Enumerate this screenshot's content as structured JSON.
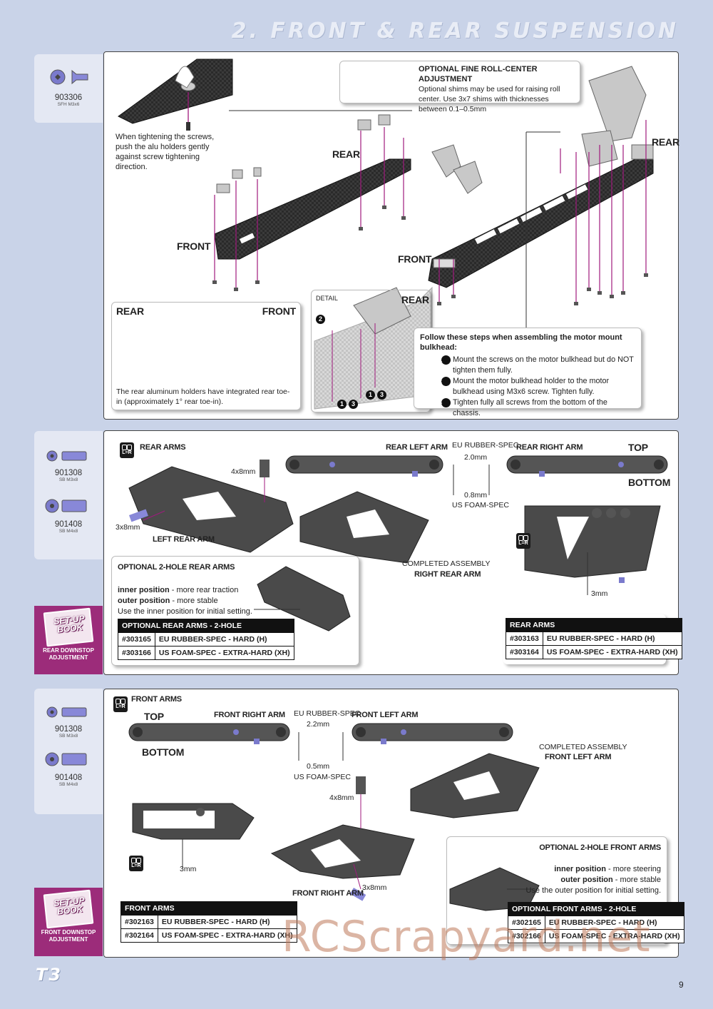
{
  "page_title": "2. FRONT & REAR SUSPENSION",
  "page_number": "9",
  "footer_logo": "T3",
  "watermark": "RCScrapyard.net",
  "section1": {
    "part": {
      "number": "903306",
      "spec": "SFH M3x6"
    },
    "tip_text": "When tightening the screws, push the alu holders gently against screw tightening direction.",
    "roll_center_title": "OPTIONAL FINE ROLL-CENTER ADJUSTMENT",
    "roll_center_text": "Optional shims may be used for raising roll center. Use 3x7 shims with thicknesses between 0.1–0.5mm",
    "rear_left": "REAR",
    "front_left": "FRONT",
    "rear_right": "REAR",
    "front_right": "FRONT",
    "toe_rear": "REAR",
    "toe_front": "FRONT",
    "toe_text": "The rear aluminum holders have integrated rear toe-in (approximately 1° rear toe-in).",
    "detail_label": "DETAIL",
    "detail_rear": "REAR",
    "motor_title": "Follow these steps when assembling the motor mount bulkhead:",
    "steps": [
      {
        "n": "1",
        "text": "Mount the screws on the motor bulkhead but do NOT tighten them fully."
      },
      {
        "n": "2",
        "text": "Mount the motor bulkhead holder to the motor bulkhead using M3x6 screw. Tighten fully."
      },
      {
        "n": "3",
        "text": "Tighten fully all screws from the bottom of the chassis."
      }
    ],
    "detail_marks": {
      "m2": "2",
      "m13a": "1",
      "m13b": "3",
      "m13c": "1",
      "m13d": "3"
    }
  },
  "section2": {
    "parts": [
      {
        "number": "901308",
        "spec": "SB M3x8"
      },
      {
        "number": "901408",
        "spec": "SB M4x8"
      }
    ],
    "setup_label": "SET-UP BOOK",
    "setup_caption": "REAR DOWNSTOP ADJUSTMENT",
    "lr_badge": "L=R",
    "rear_arms": "REAR ARMS",
    "rear_left_arm": "REAR LEFT ARM",
    "rear_right_arm": "REAR RIGHT ARM",
    "eu_spec": "EU RUBBER-SPEC",
    "eu_value": "2.0mm",
    "us_value": "0.8mm",
    "us_spec": "US FOAM-SPEC",
    "top": "TOP",
    "bottom": "BOTTOM",
    "screw_4x8": "4x8mm",
    "screw_3x8": "3x8mm",
    "left_rear_arm": "LEFT REAR ARM",
    "completed": "COMPLETED ASSEMBLY",
    "completed_name": "RIGHT REAR ARM",
    "downstop": "3mm",
    "optional_title": "OPTIONAL 2-HOLE REAR ARMS",
    "inner_label": "inner position",
    "inner_text": " - more rear traction",
    "outer_label": "outer position",
    "outer_text": " - more stable",
    "initial_text": "Use the inner position for initial setting.",
    "opt_table": {
      "header": "OPTIONAL REAR ARMS - 2-HOLE",
      "rows": [
        [
          "#303165",
          "EU RUBBER-SPEC - HARD (H)"
        ],
        [
          "#303166",
          "US FOAM-SPEC - EXTRA-HARD (XH)"
        ]
      ]
    },
    "std_table": {
      "header": "REAR ARMS",
      "rows": [
        [
          "#303163",
          "EU RUBBER-SPEC - HARD (H)"
        ],
        [
          "#303164",
          "US FOAM-SPEC - EXTRA-HARD (XH)"
        ]
      ]
    }
  },
  "section3": {
    "parts": [
      {
        "number": "901308",
        "spec": "SB M3x8"
      },
      {
        "number": "901408",
        "spec": "SB M4x8"
      }
    ],
    "setup_label": "SET-UP BOOK",
    "setup_caption": "FRONT DOWNSTOP ADJUSTMENT",
    "lr_badge": "L=R",
    "front_arms": "FRONT ARMS",
    "top": "TOP",
    "bottom": "BOTTOM",
    "front_right_arm": "FRONT RIGHT ARM",
    "front_left_arm": "FRONT LEFT ARM",
    "eu_spec": "EU RUBBER-SPEC",
    "eu_value": "2.2mm",
    "us_value": "0.5mm",
    "us_spec": "US FOAM-SPEC",
    "completed": "COMPLETED ASSEMBLY",
    "completed_name": "FRONT LEFT ARM",
    "screw_4x8": "4x8mm",
    "screw_3x8": "3x8mm",
    "downstop": "3mm",
    "front_right_caption": "FRONT RIGHT ARM",
    "optional_title": "OPTIONAL 2-HOLE FRONT ARMS",
    "inner_label": "inner position",
    "inner_text": " - more steering",
    "outer_label": "outer position",
    "outer_text": " - more stable",
    "initial_text": "Use the outer position for initial setting.",
    "std_table": {
      "header": "FRONT ARMS",
      "rows": [
        [
          "#302163",
          "EU RUBBER-SPEC - HARD (H)"
        ],
        [
          "#302164",
          "US FOAM-SPEC - EXTRA-HARD (XH)"
        ]
      ]
    },
    "opt_table": {
      "header": "OPTIONAL FRONT ARMS - 2-HOLE",
      "rows": [
        [
          "#302165",
          "EU RUBBER-SPEC - HARD (H)"
        ],
        [
          "#302166",
          "US FOAM-SPEC - EXTRA-HARD (XH)"
        ]
      ]
    }
  },
  "colors": {
    "page_bg": "#c9d3e8",
    "accent": "#9c2c7a",
    "arrow": "#a01a7d",
    "screw": "#7a7acc"
  }
}
